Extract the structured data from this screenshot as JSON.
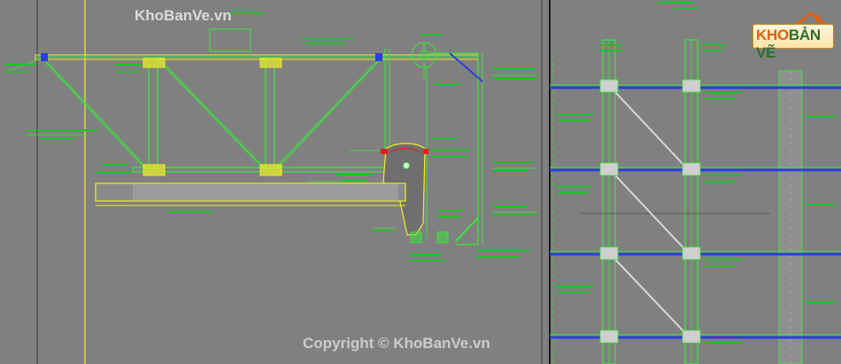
{
  "watermarks": {
    "top": "KhoBanVe.vn",
    "bottom": "Copyright © KhoBanVe.vn"
  },
  "logo": {
    "part1": "KHO",
    "part2": "BẢN VẼ",
    "icon": "house-roof-icon"
  },
  "colors": {
    "background": "#808080",
    "cad_green": "#39e83a",
    "cad_yellow": "#f2ec2a",
    "cad_blue": "#2a3fd9",
    "cad_red": "#e02020",
    "label_green": "#1fbf2a",
    "sheet_border": "#1a1a1a"
  }
}
